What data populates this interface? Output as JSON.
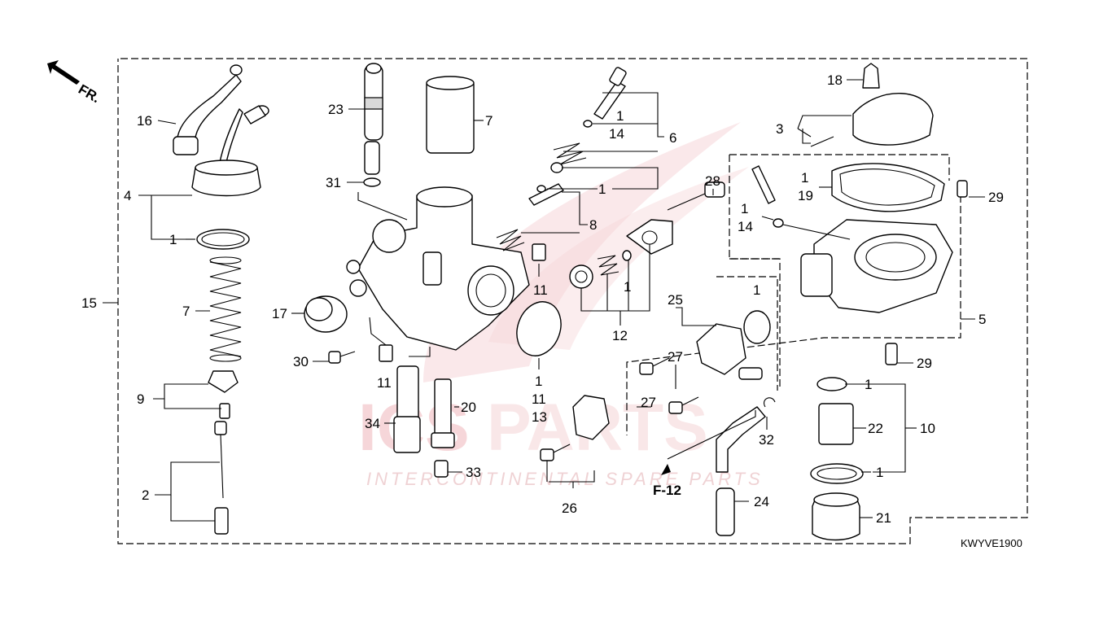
{
  "diagram": {
    "reference_code": "KWYVE1900",
    "front_arrow_label": "FR.",
    "figure_reference": "F-12",
    "callouts": {
      "c1a": "1",
      "c1b": "1",
      "c1c": "1",
      "c1d": "1",
      "c1e": "1",
      "c1f": "1",
      "c1g": "1",
      "c1h": "1",
      "c1i": "1",
      "c1j": "1",
      "c2": "2",
      "c3": "3",
      "c4": "4",
      "c5": "5",
      "c6": "6",
      "c7a": "7",
      "c7b": "7",
      "c8": "8",
      "c9": "9",
      "c10": "10",
      "c11a": "11",
      "c11b": "11",
      "c11c": "11",
      "c12": "12",
      "c13": "13",
      "c14a": "14",
      "c14b": "14",
      "c15": "15",
      "c16": "16",
      "c17": "17",
      "c18": "18",
      "c19": "19",
      "c20": "20",
      "c21": "21",
      "c22": "22",
      "c23": "23",
      "c24": "24",
      "c25": "25",
      "c26": "26",
      "c27a": "27",
      "c27b": "27",
      "c28": "28",
      "c29a": "29",
      "c29b": "29",
      "c30": "30",
      "c31": "31",
      "c32": "32",
      "c33": "33",
      "c34": "34"
    }
  },
  "watermark": {
    "brand_left": "ICS",
    "brand_right": "PARTS",
    "tagline_prefix": "INTERCONTINENTAL ",
    "tagline_accent": "S",
    "tagline_suffix": "PARE PARTS",
    "color": "#e8323c"
  }
}
